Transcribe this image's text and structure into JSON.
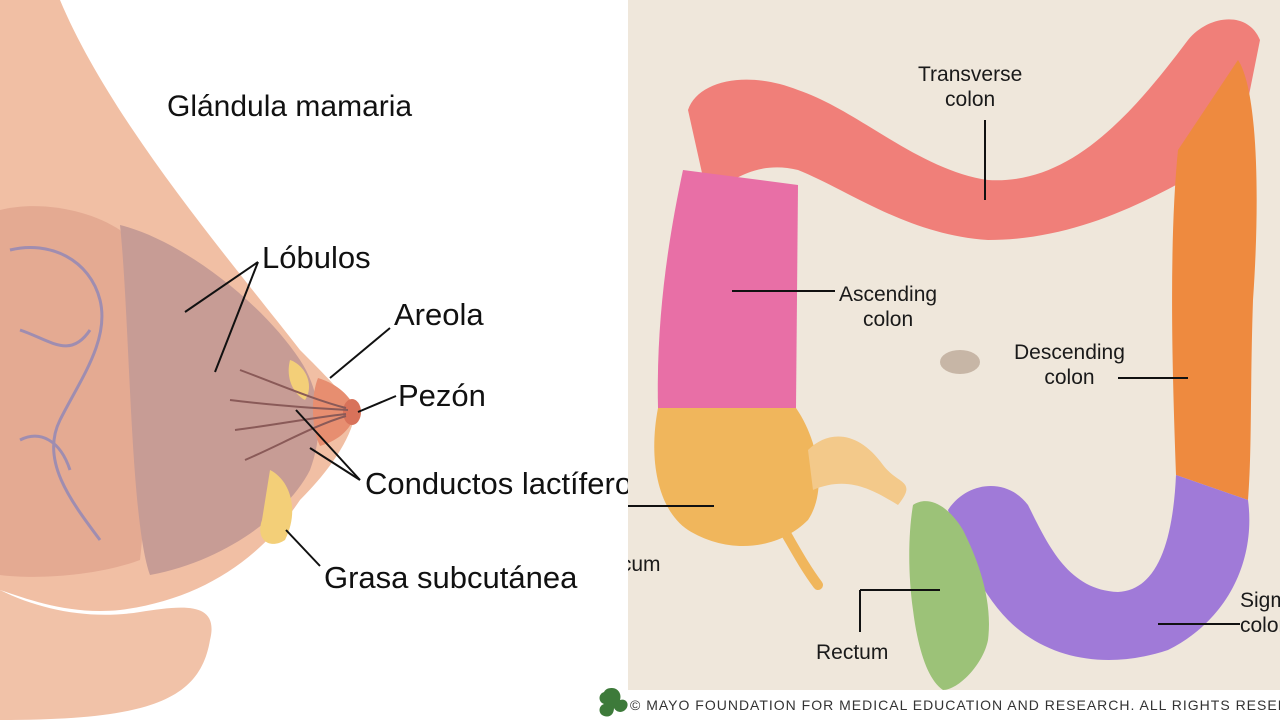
{
  "left": {
    "title": "Glándula mamaria",
    "labels": {
      "lobulos": "Lóbulos",
      "areola": "Areola",
      "pezon": "Pezón",
      "conductos": "Conductos lactíferos",
      "grasa": "Grasa subcutánea"
    }
  },
  "right": {
    "labels": {
      "transverse": "Transverse\ncolon",
      "ascending": "Ascending\ncolon",
      "descending": "Descending\ncolon",
      "cecum": "Cecum",
      "rectum": "Rectum",
      "sigmoid": "Sigmoid\ncolon"
    },
    "copyright": "© MAYO FOUNDATION FOR MEDICAL EDUCATION AND RESEARCH. ALL RIGHTS RESERVED."
  },
  "colors": {
    "skin": "#f1bfa4",
    "gland": "#c79c95",
    "transverse": "#f07f79",
    "ascending": "#e86fa6",
    "descending": "#ee8a3f",
    "cecum": "#f0b65c",
    "sigmoid": "#a07ad8",
    "rectum": "#9cc278"
  }
}
